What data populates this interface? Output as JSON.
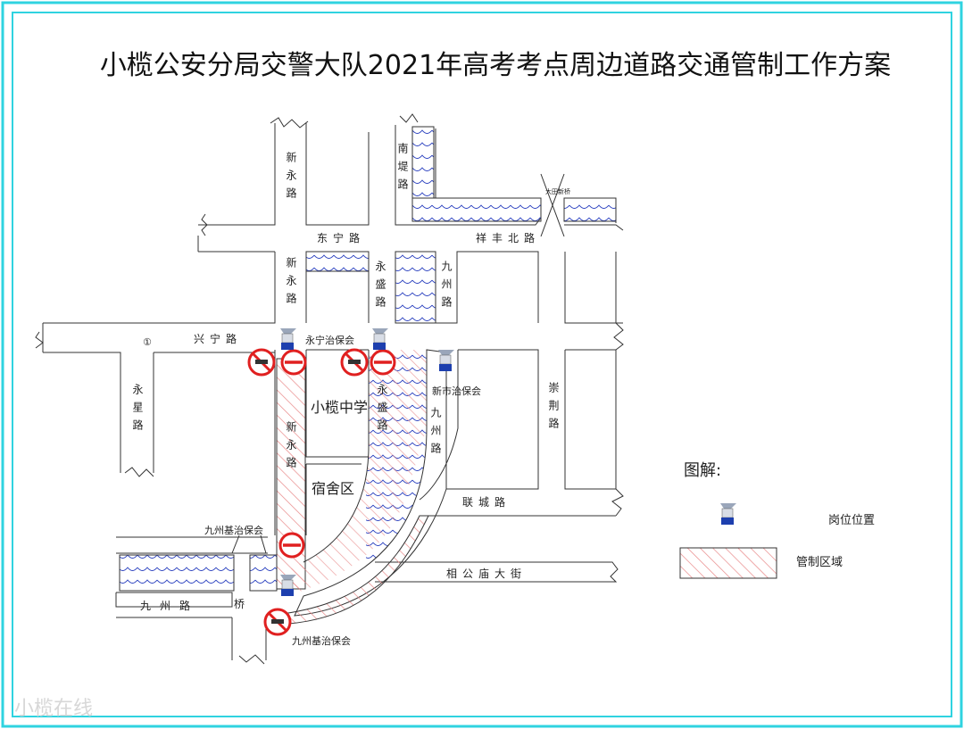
{
  "title": "小榄公安分局交警大队2021年高考考点周边道路交通管制工作方案",
  "watermark": "小榄在线",
  "roads": {
    "xinyong_top": "新永路",
    "xinyong_mid": "新永路",
    "xinyong_low": "新永路",
    "nandi": "南堤路",
    "dongning": "东宁路",
    "xiangfengbei": "祥丰北路",
    "datian_bridge": "大田新桥",
    "yongsheng_top": "永盛路",
    "yongsheng_low": "永盛路",
    "jiuzhou_top": "九州路",
    "jiuzhou_mid": "九州路",
    "jiuzhou_left": "九州路",
    "xingning": "兴宁路",
    "yongxing": "永星路",
    "chongjing": "崇荆路",
    "liancheng": "联城路",
    "xianggongmiao": "相公庙大街",
    "bridge": "桥"
  },
  "places": {
    "school": "小榄中学",
    "dorm": "宿舍区",
    "yongning": "永宁治保会",
    "xinshi": "新市治保会",
    "jiuzhouji_top": "九州基治保会",
    "jiuzhouji_bottom": "九州基治保会",
    "marker": "①"
  },
  "legend": {
    "title": "图解:",
    "post": "岗位位置",
    "zone": "管制区域"
  },
  "colors": {
    "frame": "#2fd3e0",
    "sign_red": "#e02020",
    "zone_hatch": "#e88888",
    "water": "#2d43c0",
    "officer": "#1d3fae"
  }
}
